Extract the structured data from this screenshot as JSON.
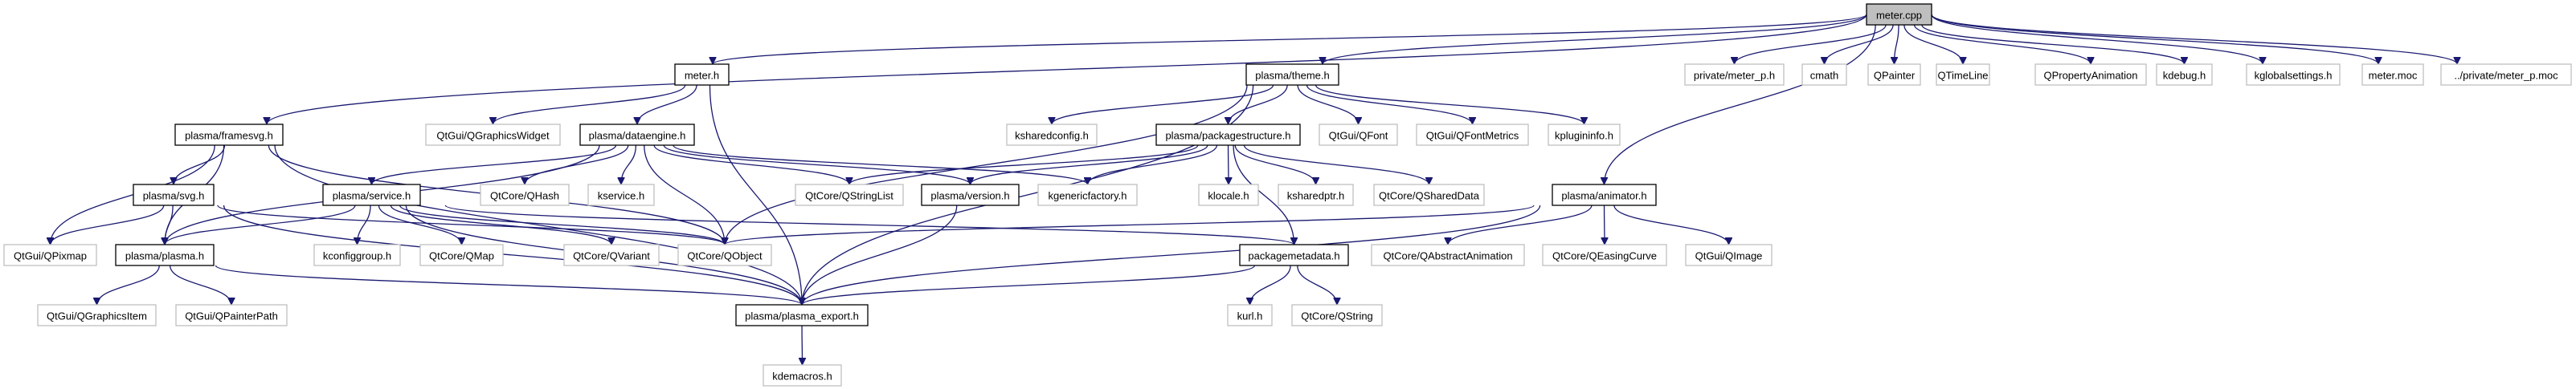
{
  "title": "meter.cpp include dependency graph",
  "colors": {
    "edge": "#191970",
    "root_fill": "#bfbfbf",
    "documented_border": "#000000",
    "external_border": "#bfbfbf"
  },
  "nodes": [
    {
      "id": "meter_cpp",
      "label": "meter.cpp",
      "kind": "root"
    },
    {
      "id": "meter_h",
      "label": "meter.h",
      "kind": "doc"
    },
    {
      "id": "theme_h",
      "label": "plasma/theme.h",
      "kind": "doc"
    },
    {
      "id": "meter_p_h",
      "label": "private/meter_p.h",
      "kind": "ext"
    },
    {
      "id": "cmath",
      "label": "cmath",
      "kind": "ext"
    },
    {
      "id": "qpainter",
      "label": "QPainter",
      "kind": "ext"
    },
    {
      "id": "qtimeline",
      "label": "QTimeLine",
      "kind": "ext"
    },
    {
      "id": "qpropanim",
      "label": "QPropertyAnimation",
      "kind": "ext"
    },
    {
      "id": "kdebug",
      "label": "kdebug.h",
      "kind": "ext"
    },
    {
      "id": "kglobalsettings",
      "label": "kglobalsettings.h",
      "kind": "ext"
    },
    {
      "id": "meter_moc",
      "label": "meter.moc",
      "kind": "ext"
    },
    {
      "id": "meter_p_moc",
      "label": "../private/meter_p.moc",
      "kind": "ext"
    },
    {
      "id": "framesvg",
      "label": "plasma/framesvg.h",
      "kind": "doc"
    },
    {
      "id": "qgraphicswidget",
      "label": "QtGui/QGraphicsWidget",
      "kind": "ext"
    },
    {
      "id": "dataengine",
      "label": "plasma/dataengine.h",
      "kind": "doc"
    },
    {
      "id": "ksharedconfig",
      "label": "ksharedconfig.h",
      "kind": "ext"
    },
    {
      "id": "packagestructure",
      "label": "plasma/packagestructure.h",
      "kind": "doc"
    },
    {
      "id": "qfont",
      "label": "QtGui/QFont",
      "kind": "ext"
    },
    {
      "id": "qfontmetrics",
      "label": "QtGui/QFontMetrics",
      "kind": "ext"
    },
    {
      "id": "kplugininfo",
      "label": "kplugininfo.h",
      "kind": "ext"
    },
    {
      "id": "svg_h",
      "label": "plasma/svg.h",
      "kind": "doc"
    },
    {
      "id": "service_h",
      "label": "plasma/service.h",
      "kind": "doc"
    },
    {
      "id": "qhash",
      "label": "QtCore/QHash",
      "kind": "ext"
    },
    {
      "id": "kservice",
      "label": "kservice.h",
      "kind": "ext"
    },
    {
      "id": "qstringlist",
      "label": "QtCore/QStringList",
      "kind": "ext"
    },
    {
      "id": "version_h",
      "label": "plasma/version.h",
      "kind": "doc"
    },
    {
      "id": "kgenericfactory",
      "label": "kgenericfactory.h",
      "kind": "ext"
    },
    {
      "id": "klocale",
      "label": "klocale.h",
      "kind": "ext"
    },
    {
      "id": "ksharedptr",
      "label": "ksharedptr.h",
      "kind": "ext"
    },
    {
      "id": "qshareddata",
      "label": "QtCore/QSharedData",
      "kind": "ext"
    },
    {
      "id": "animator_h",
      "label": "plasma/animator.h",
      "kind": "doc"
    },
    {
      "id": "qpixmap",
      "label": "QtGui/QPixmap",
      "kind": "ext"
    },
    {
      "id": "plasma_h",
      "label": "plasma/plasma.h",
      "kind": "doc"
    },
    {
      "id": "kconfiggroup",
      "label": "kconfiggroup.h",
      "kind": "ext"
    },
    {
      "id": "qmap",
      "label": "QtCore/QMap",
      "kind": "ext"
    },
    {
      "id": "qvariant",
      "label": "QtCore/QVariant",
      "kind": "ext"
    },
    {
      "id": "qobject",
      "label": "QtCore/QObject",
      "kind": "ext"
    },
    {
      "id": "packagemetadata",
      "label": "packagemetadata.h",
      "kind": "doc"
    },
    {
      "id": "qabstractanim",
      "label": "QtCore/QAbstractAnimation",
      "kind": "ext"
    },
    {
      "id": "qeasingcurve",
      "label": "QtCore/QEasingCurve",
      "kind": "ext"
    },
    {
      "id": "qimage",
      "label": "QtGui/QImage",
      "kind": "ext"
    },
    {
      "id": "qgraphicsitem",
      "label": "QtGui/QGraphicsItem",
      "kind": "ext"
    },
    {
      "id": "qpainterpath",
      "label": "QtGui/QPainterPath",
      "kind": "ext"
    },
    {
      "id": "plasma_export",
      "label": "plasma/plasma_export.h",
      "kind": "doc"
    },
    {
      "id": "kurl",
      "label": "kurl.h",
      "kind": "ext"
    },
    {
      "id": "qstring",
      "label": "QtCore/QString",
      "kind": "ext"
    },
    {
      "id": "kdemacros",
      "label": "kdemacros.h",
      "kind": "ext"
    }
  ],
  "edges": [
    [
      "meter_cpp",
      "meter_h"
    ],
    [
      "meter_cpp",
      "theme_h"
    ],
    [
      "meter_cpp",
      "framesvg"
    ],
    [
      "meter_cpp",
      "animator_h"
    ],
    [
      "meter_cpp",
      "meter_p_h"
    ],
    [
      "meter_cpp",
      "cmath"
    ],
    [
      "meter_cpp",
      "qpainter"
    ],
    [
      "meter_cpp",
      "qtimeline"
    ],
    [
      "meter_cpp",
      "qpropanim"
    ],
    [
      "meter_cpp",
      "kdebug"
    ],
    [
      "meter_cpp",
      "kglobalsettings"
    ],
    [
      "meter_cpp",
      "meter_moc"
    ],
    [
      "meter_cpp",
      "meter_p_moc"
    ],
    [
      "meter_h",
      "qgraphicswidget"
    ],
    [
      "meter_h",
      "dataengine"
    ],
    [
      "meter_h",
      "plasma_export"
    ],
    [
      "theme_h",
      "ksharedconfig"
    ],
    [
      "theme_h",
      "packagestructure"
    ],
    [
      "theme_h",
      "qfont"
    ],
    [
      "theme_h",
      "qfontmetrics"
    ],
    [
      "theme_h",
      "kplugininfo"
    ],
    [
      "theme_h",
      "qobject"
    ],
    [
      "theme_h",
      "plasma_export"
    ],
    [
      "framesvg",
      "svg_h"
    ],
    [
      "framesvg",
      "qpixmap"
    ],
    [
      "framesvg",
      "plasma_h"
    ],
    [
      "framesvg",
      "qobject"
    ],
    [
      "framesvg",
      "plasma_export"
    ],
    [
      "dataengine",
      "service_h"
    ],
    [
      "dataengine",
      "qhash"
    ],
    [
      "dataengine",
      "kservice"
    ],
    [
      "dataengine",
      "qstringlist"
    ],
    [
      "dataengine",
      "version_h"
    ],
    [
      "dataengine",
      "kgenericfactory"
    ],
    [
      "dataengine",
      "qobject"
    ],
    [
      "dataengine",
      "plasma_h"
    ],
    [
      "packagestructure",
      "qstringlist"
    ],
    [
      "packagestructure",
      "version_h"
    ],
    [
      "packagestructure",
      "kgenericfactory"
    ],
    [
      "packagestructure",
      "klocale"
    ],
    [
      "packagestructure",
      "ksharedptr"
    ],
    [
      "packagestructure",
      "qshareddata"
    ],
    [
      "packagestructure",
      "packagemetadata"
    ],
    [
      "svg_h",
      "qpixmap"
    ],
    [
      "svg_h",
      "plasma_h"
    ],
    [
      "svg_h",
      "qobject"
    ],
    [
      "svg_h",
      "plasma_export"
    ],
    [
      "service_h",
      "kconfiggroup"
    ],
    [
      "service_h",
      "qmap"
    ],
    [
      "service_h",
      "qvariant"
    ],
    [
      "service_h",
      "qobject"
    ],
    [
      "service_h",
      "plasma_h"
    ],
    [
      "service_h",
      "packagemetadata"
    ],
    [
      "service_h",
      "plasma_export"
    ],
    [
      "version_h",
      "plasma_export"
    ],
    [
      "animator_h",
      "qabstractanim"
    ],
    [
      "animator_h",
      "qeasingcurve"
    ],
    [
      "animator_h",
      "qimage"
    ],
    [
      "animator_h",
      "qobject"
    ],
    [
      "animator_h",
      "plasma_export"
    ],
    [
      "plasma_h",
      "qgraphicsitem"
    ],
    [
      "plasma_h",
      "qpainterpath"
    ],
    [
      "plasma_h",
      "plasma_export"
    ],
    [
      "packagemetadata",
      "kurl"
    ],
    [
      "packagemetadata",
      "qstring"
    ],
    [
      "packagemetadata",
      "plasma_export"
    ],
    [
      "plasma_export",
      "kdemacros"
    ]
  ]
}
